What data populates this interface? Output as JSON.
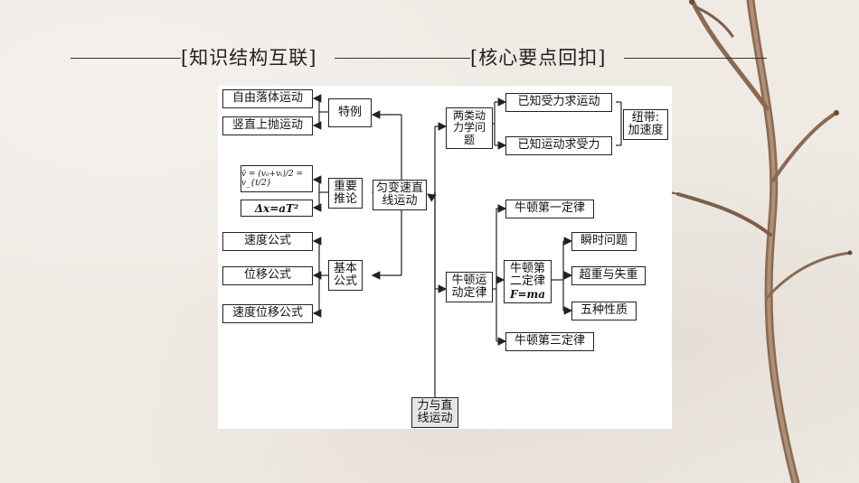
{
  "header": {
    "left_title": "[知识结构互联]",
    "right_title": "[核心要点回扣]"
  },
  "diagram": {
    "root": "力与直\n线运动",
    "uniform": "匀变速直\n线运动",
    "special": "特例",
    "free_fall": "自由落体运动",
    "vertical_throw": "竖直上抛运动",
    "important": "重要\n推论",
    "formula_avg": "v̄ = (v₀+vₜ)/2 = v_{t/2}",
    "formula_dx": "Δx=aT²",
    "basic": "基本\n公式",
    "velocity_formula": "速度公式",
    "displacement_formula": "位移公式",
    "vel_disp_formula": "速度位移公式",
    "two_types": "两类动\n力学问\n题",
    "known_force": "已知受力求运动",
    "known_motion": "已知运动求受力",
    "link": "纽带:\n加速度",
    "newton_laws": "牛顿运\n动定律",
    "first_law": "牛顿第一定律",
    "second_law": "牛顿第\n二定律",
    "second_law_formula": "F=ma",
    "instant": "瞬时问题",
    "over_under": "超重与失重",
    "five_props": "五种性质",
    "third_law": "牛顿第三定律"
  }
}
